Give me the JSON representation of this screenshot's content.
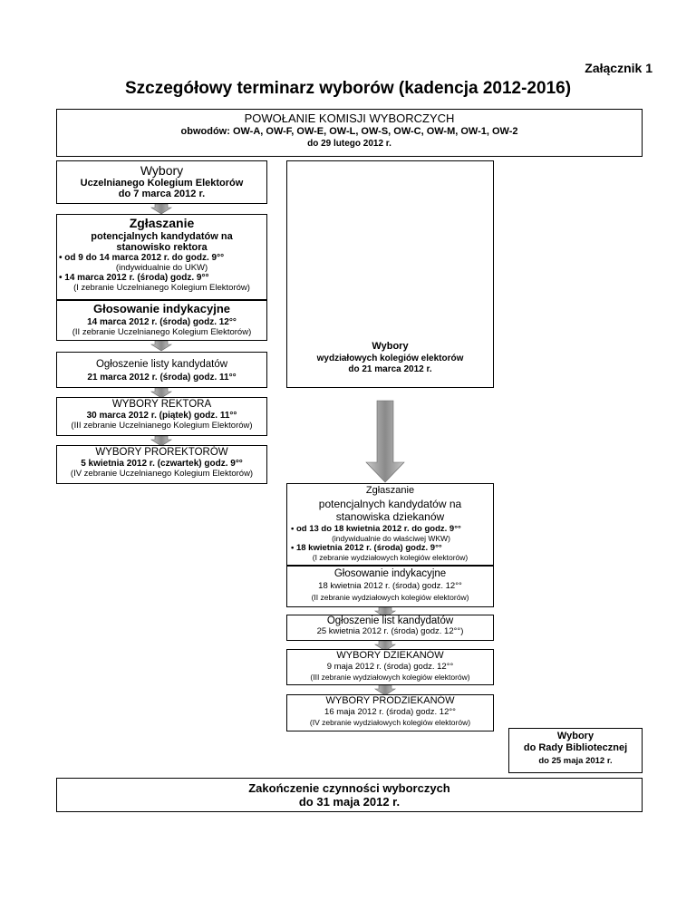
{
  "attachment": "Załącznik 1",
  "title": "Szczegółowy terminarz wyborów (kadencja 2012-2016)",
  "committee": {
    "heading": "POWOŁANIE KOMISJI WYBORCZYCH",
    "districts": "obwodów: OW-A, OW-F, OW-E, OW-L, OW-S, OW-C, OW-M, OW-1, OW-2",
    "date": "do 29 lutego 2012 r."
  },
  "left": {
    "ukw": {
      "title": "Wybory",
      "line1": "Uczelnianego Kolegium Elektorów",
      "line2": "do 7 marca 2012 r."
    },
    "nomination": {
      "title": "Zgłaszanie",
      "line1": "potencjalnych kandydatów na",
      "line2": "stanowisko rektora",
      "bullet1": "od 9 do 14 marca 2012 r. do godz. 9°°",
      "note1": "(indywidualnie do UKW)",
      "bullet2": "14 marca 2012 r. (środa) godz. 9°°",
      "note2": "(I zebranie Uczelnianego Kolegium Elektorów)"
    },
    "indicative": {
      "title": "Głosowanie indykacyjne",
      "line1": "14 marca 2012 r. (środa) godz. 12°°",
      "note": "(II zebranie Uczelnianego Kolegium Elektorów)"
    },
    "list": {
      "title": "Ogłoszenie listy kandydatów",
      "line1": "21 marca 2012 r. (środa) godz. 11°°"
    },
    "rector": {
      "title": "WYBORY REKTORA",
      "line1": "30 marca 2012 r. (piątek) godz. 11°°",
      "note": "(III zebranie Uczelnianego Kolegium Elektorów)"
    },
    "prorectors": {
      "title": "WYBORY PROREKTORÓW",
      "line1": "5 kwietnia 2012 r. (czwartek) godz. 9°°",
      "note": "(IV zebranie Uczelnianego Kolegium Elektorów)"
    }
  },
  "right": {
    "faculty": {
      "title": "Wybory",
      "line1": "wydziałowych kolegiów elektorów",
      "line2": "do 21 marca 2012 r."
    },
    "nomination": {
      "title": "Zgłaszanie",
      "line1": "potencjalnych kandydatów na",
      "line2": "stanowiska dziekanów",
      "bullet1": "od 13 do 18 kwietnia 2012 r. do godz. 9°°",
      "note1": "(indywidualnie do właściwej WKW)",
      "bullet2": "18 kwietnia 2012 r. (środa) godz. 9°°",
      "note2": "(I zebranie wydziałowych kolegiów elektorów)"
    },
    "indicative": {
      "title": "Głosowanie indykacyjne",
      "line1": "18 kwietnia 2012 r. (środa) godz. 12°°",
      "note": "(II zebranie wydziałowych kolegiów elektorów)"
    },
    "lists": {
      "title": "Ogłoszenie list kandydatów",
      "line1": "25 kwietnia 2012 r. (środa) godz. 12°°)"
    },
    "deans": {
      "title": "WYBORY DZIEKANÓW",
      "line1": "9 maja 2012 r. (środa) godz. 12°°",
      "note": "(III zebranie wydziałowych kolegiów elektorów)"
    },
    "prodeans": {
      "title": "WYBORY PRODZIEKANÓW",
      "line1": "16 maja 2012 r. (środa) godz. 12°°",
      "note": "(IV zebranie wydziałowych kolegiów elektorów)"
    }
  },
  "library": {
    "title": "Wybory",
    "line1": "do Rady Bibliotecznej",
    "line2": "do 25 maja 2012 r."
  },
  "end": {
    "line1": "Zakończenie czynności wyborczych",
    "line2": "do 31 maja 2012 r."
  }
}
